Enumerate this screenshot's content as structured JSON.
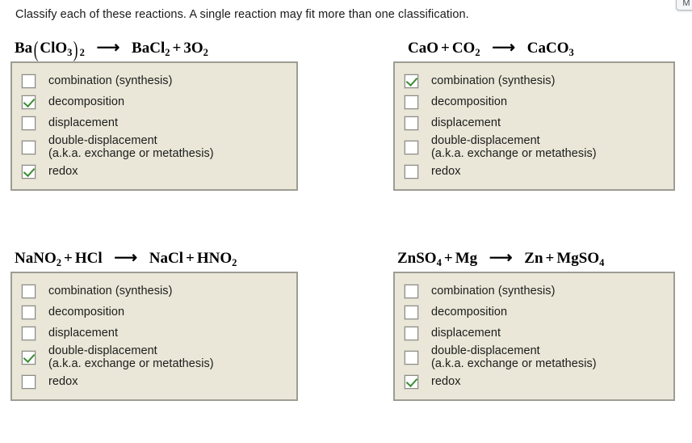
{
  "instruction": "Classify each of these reactions. A single reaction may fit more than one classification.",
  "corner_button": {
    "label": "M"
  },
  "colors": {
    "panel_background": "#EAE7D8",
    "panel_border": "#9D9D93",
    "check_green": "#3A8D33",
    "page_background": "#FFFFFF",
    "text": "#1C1C1C"
  },
  "option_labels": {
    "combination": "combination (synthesis)",
    "decomposition": "decomposition",
    "displacement": "displacement",
    "double_line1": "double-displacement",
    "double_line2": "(a.k.a. exchange or metathesis)",
    "redox": "redox"
  },
  "reactions": [
    {
      "id": "reaction-1",
      "equation_text": "Ba(ClO3)2  →  BaCl2 + 3O2",
      "reactant": {
        "pre": "Ba",
        "paren_open": "(",
        "inner": "ClO",
        "inner_sub": "3",
        "paren_close": ")",
        "outer_sub": "2"
      },
      "arrow": "⟶",
      "product": {
        "a": "BaCl",
        "a_sub": "2",
        "op": "+",
        "b": "3O",
        "b_sub": "2"
      },
      "checked": {
        "combination": false,
        "decomposition": true,
        "displacement": false,
        "double": false,
        "redox": true
      }
    },
    {
      "id": "reaction-2",
      "equation_text": "CaO + CO2  →  CaCO3",
      "reactant": {
        "a": "CaO",
        "op": "+",
        "b": "CO",
        "b_sub": "2"
      },
      "arrow": "⟶",
      "product": {
        "a": "CaCO",
        "a_sub": "3"
      },
      "checked": {
        "combination": true,
        "decomposition": false,
        "displacement": false,
        "double": false,
        "redox": false
      }
    },
    {
      "id": "reaction-3",
      "equation_text": "NaNO2 + HCl  →  NaCl + HNO2",
      "reactant": {
        "a": "NaNO",
        "a_sub": "2",
        "op": "+",
        "b": "HCl"
      },
      "arrow": "⟶",
      "product": {
        "a": "NaCl",
        "op": "+",
        "b": "HNO",
        "b_sub": "2"
      },
      "checked": {
        "combination": false,
        "decomposition": false,
        "displacement": false,
        "double": true,
        "redox": false
      }
    },
    {
      "id": "reaction-4",
      "equation_text": "ZnSO4 + Mg  →  Zn + MgSO4",
      "reactant": {
        "a": "ZnSO",
        "a_sub": "4",
        "op": "+",
        "b": "Mg"
      },
      "arrow": "⟶",
      "product": {
        "a": "Zn",
        "op": "+",
        "b": "MgSO",
        "b_sub": "4"
      },
      "checked": {
        "combination": false,
        "decomposition": false,
        "displacement": false,
        "double": false,
        "redox": true
      }
    }
  ]
}
